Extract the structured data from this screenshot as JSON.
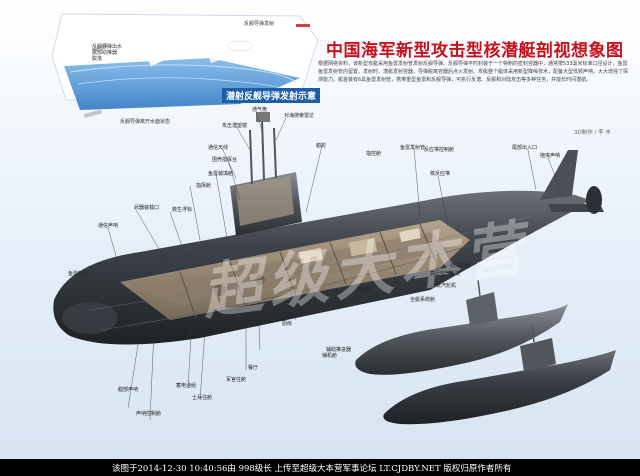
{
  "title": "中国海军新型攻击型核潜艇剖视想象图",
  "intro": "根据网络资料，该新型攻艇采用鱼雷发射管发射反舰导弹。反舰导弹平时封装于一个特制的密封容器中，通常按533毫米标准口径设计，鱼雷鱼雷发射管内留置。发射时，潜艇发射容器，导弹脱离容器后点火发射。攻艇整个艇体采用新型降噪技术，配备大型低频声呐，大大增强了探测能力。艇首装有6具鱼雷发射管，携带重型鱼雷和反舰导弹，可执行反潜、反舰和对陆攻击等多种任务，并能长时间潜航。",
  "credit": "3D制作 / 李 丰",
  "inset": {
    "title": "潜射反舰导弹发射示意",
    "labels": [
      "反舰导弹发射",
      "反舰导弹出水\n尾部助推器\n脱落",
      "反舰导弹离开水面状态"
    ]
  },
  "labels": {
    "l1": "攻击潜望镜",
    "l2": "通气桅",
    "l3": "对海搜索雷达",
    "l4": "通信天线",
    "l5": "围壳指挥台",
    "l6": "艏舵",
    "l7": "指挥舱",
    "l8": "鱼雷装填舱",
    "l9": "鱼雷发射管",
    "l10": "武器装载口",
    "l11": "救生浮标",
    "l12": "通信声呐",
    "l13": "鱼雷舱口",
    "l14": "指控舱",
    "l15": "核反应堆",
    "l16": "反应堆控制舱",
    "l17": "尾部出入口",
    "l18": "拖曳声呐",
    "l19": "高压空气系统",
    "l20": "蒸汽轮机",
    "l21": "全艇系统舱",
    "l22": "射流泵",
    "l23": "厨房",
    "l24": "铺机舱",
    "l25": "餐厅",
    "l26": "军官住舱",
    "l27": "蓄电池组",
    "l28": "士兵住舱",
    "l29": "声呐控制舱",
    "l30": "艏部声呐",
    "l31": "辅助推进器",
    "l32": "动力机舱"
  },
  "watermark": "超级大本营",
  "footer": "该图于2014-12-30 10:40:56由 998级长 上传至超级大本营军事论坛 LT.CJDBY.NET 版权归原作者所有"
}
